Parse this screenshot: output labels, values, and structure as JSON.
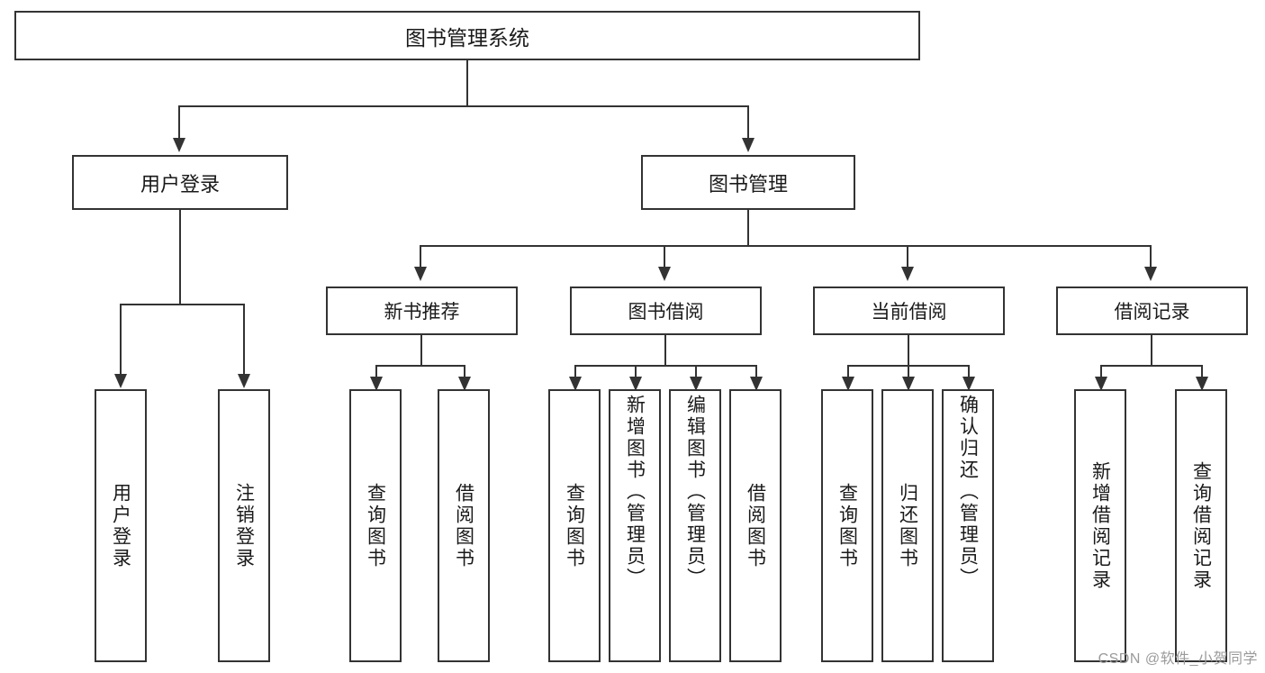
{
  "diagram": {
    "title": "图书管理系统",
    "type": "hierarchy-tree",
    "watermark": "CSDN @软件_小贺同学",
    "colors": {
      "border": "#333333",
      "background": "#ffffff",
      "text": "#1a1a1a",
      "watermark": "#9a9a9a"
    },
    "root": {
      "label": "图书管理系统"
    },
    "level1": [
      {
        "label": "用户登录"
      },
      {
        "label": "图书管理"
      }
    ],
    "level2": [
      {
        "label": "新书推荐"
      },
      {
        "label": "图书借阅"
      },
      {
        "label": "当前借阅"
      },
      {
        "label": "借阅记录"
      }
    ],
    "leaves": {
      "user_login": [
        {
          "label": "用户登录"
        },
        {
          "label": "注销登录"
        }
      ],
      "new_book_recommend": [
        {
          "label": "查询图书"
        },
        {
          "label": "借阅图书"
        }
      ],
      "book_borrow": [
        {
          "label": "查询图书"
        },
        {
          "label": "新增图书（管理员）"
        },
        {
          "label": "编辑图书（管理员）"
        },
        {
          "label": "借阅图书"
        }
      ],
      "current_borrow": [
        {
          "label": "查询图书"
        },
        {
          "label": "归还图书"
        },
        {
          "label": "确认归还（管理员）"
        }
      ],
      "borrow_record": [
        {
          "label": "新增借阅记录"
        },
        {
          "label": "查询借阅记录"
        }
      ]
    }
  }
}
